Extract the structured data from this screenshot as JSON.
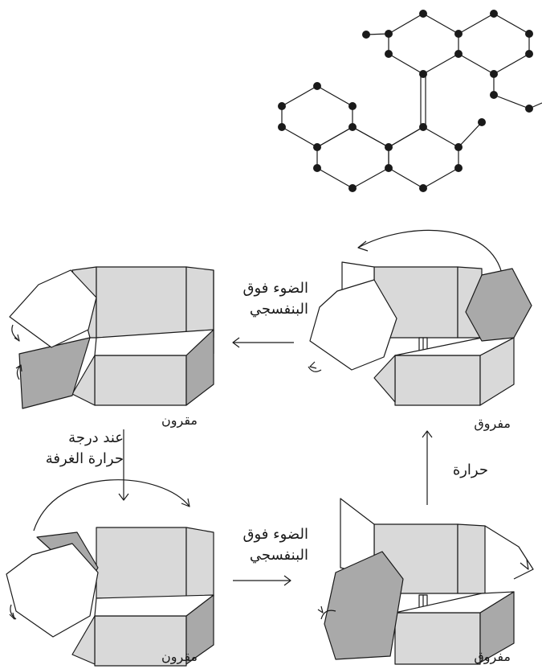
{
  "labels": {
    "uv_light_line1": "الضوء فوق",
    "uv_light_line2": "البنفسجي",
    "folded": "مقرون",
    "unfolded": "مفروق",
    "room_temp_line1": "عند درجة",
    "room_temp_line2": "حرارة الغرفة",
    "heat": "حرارة"
  },
  "colors": {
    "ink": "#1a1a1a",
    "light_face": "#d9d9d9",
    "dark_face": "#a9a9a9",
    "white_face": "#ffffff"
  }
}
